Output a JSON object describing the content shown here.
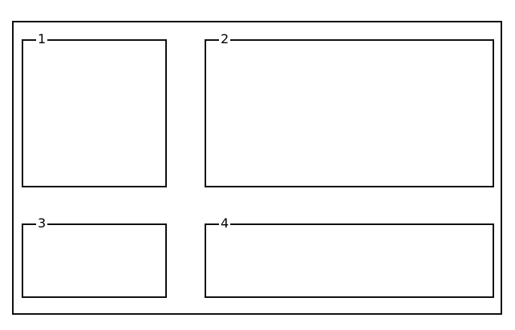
{
  "diagram": {
    "panels": [
      {
        "label": "1"
      },
      {
        "label": "2"
      },
      {
        "label": "3"
      },
      {
        "label": "4"
      }
    ],
    "colors": {
      "line": "#111111",
      "background": "#ffffff"
    }
  }
}
